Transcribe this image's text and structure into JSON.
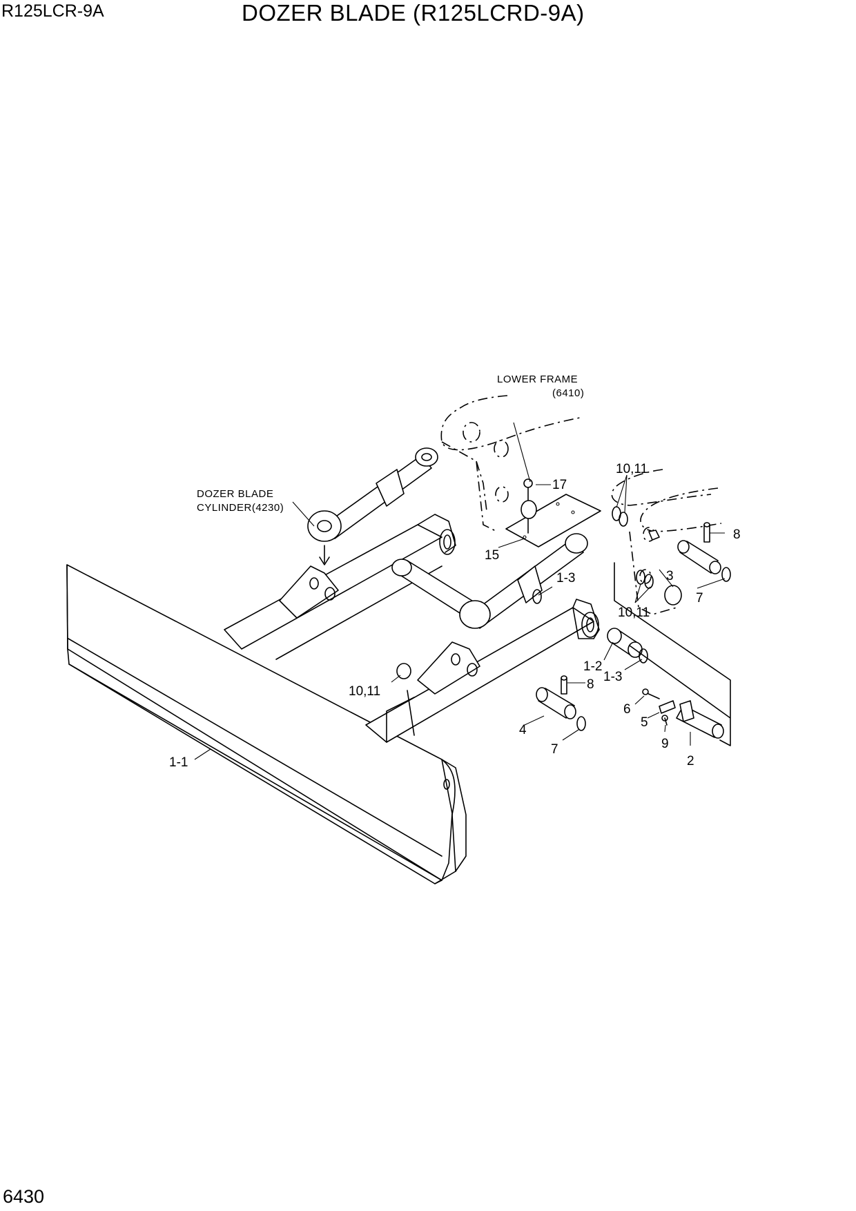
{
  "header": {
    "model": "R125LCR-9A",
    "title": "DOZER BLADE (R125LCRD-9A)"
  },
  "page_number": "6430",
  "notes": {
    "lower_frame_line1": "LOWER FRAME",
    "lower_frame_line2": "(6410)",
    "cylinder_line1": "DOZER BLADE",
    "cylinder_line2": "CYLINDER(4230)"
  },
  "callouts": {
    "c17": "17",
    "c15": "15",
    "c10_11_top": "10,11",
    "c8_top": "8",
    "c3": "3",
    "c7_right": "7",
    "c10_11_right": "10,11",
    "c1_3_top": "1-3",
    "c1_2": "1-2",
    "c1_3_bottom": "1-3",
    "c10_11_left": "10,11",
    "c8_bottom": "8",
    "c4": "4",
    "c7_bottom": "7",
    "c6": "6",
    "c5": "5",
    "c9": "9",
    "c2": "2",
    "c1_1": "1-1"
  }
}
